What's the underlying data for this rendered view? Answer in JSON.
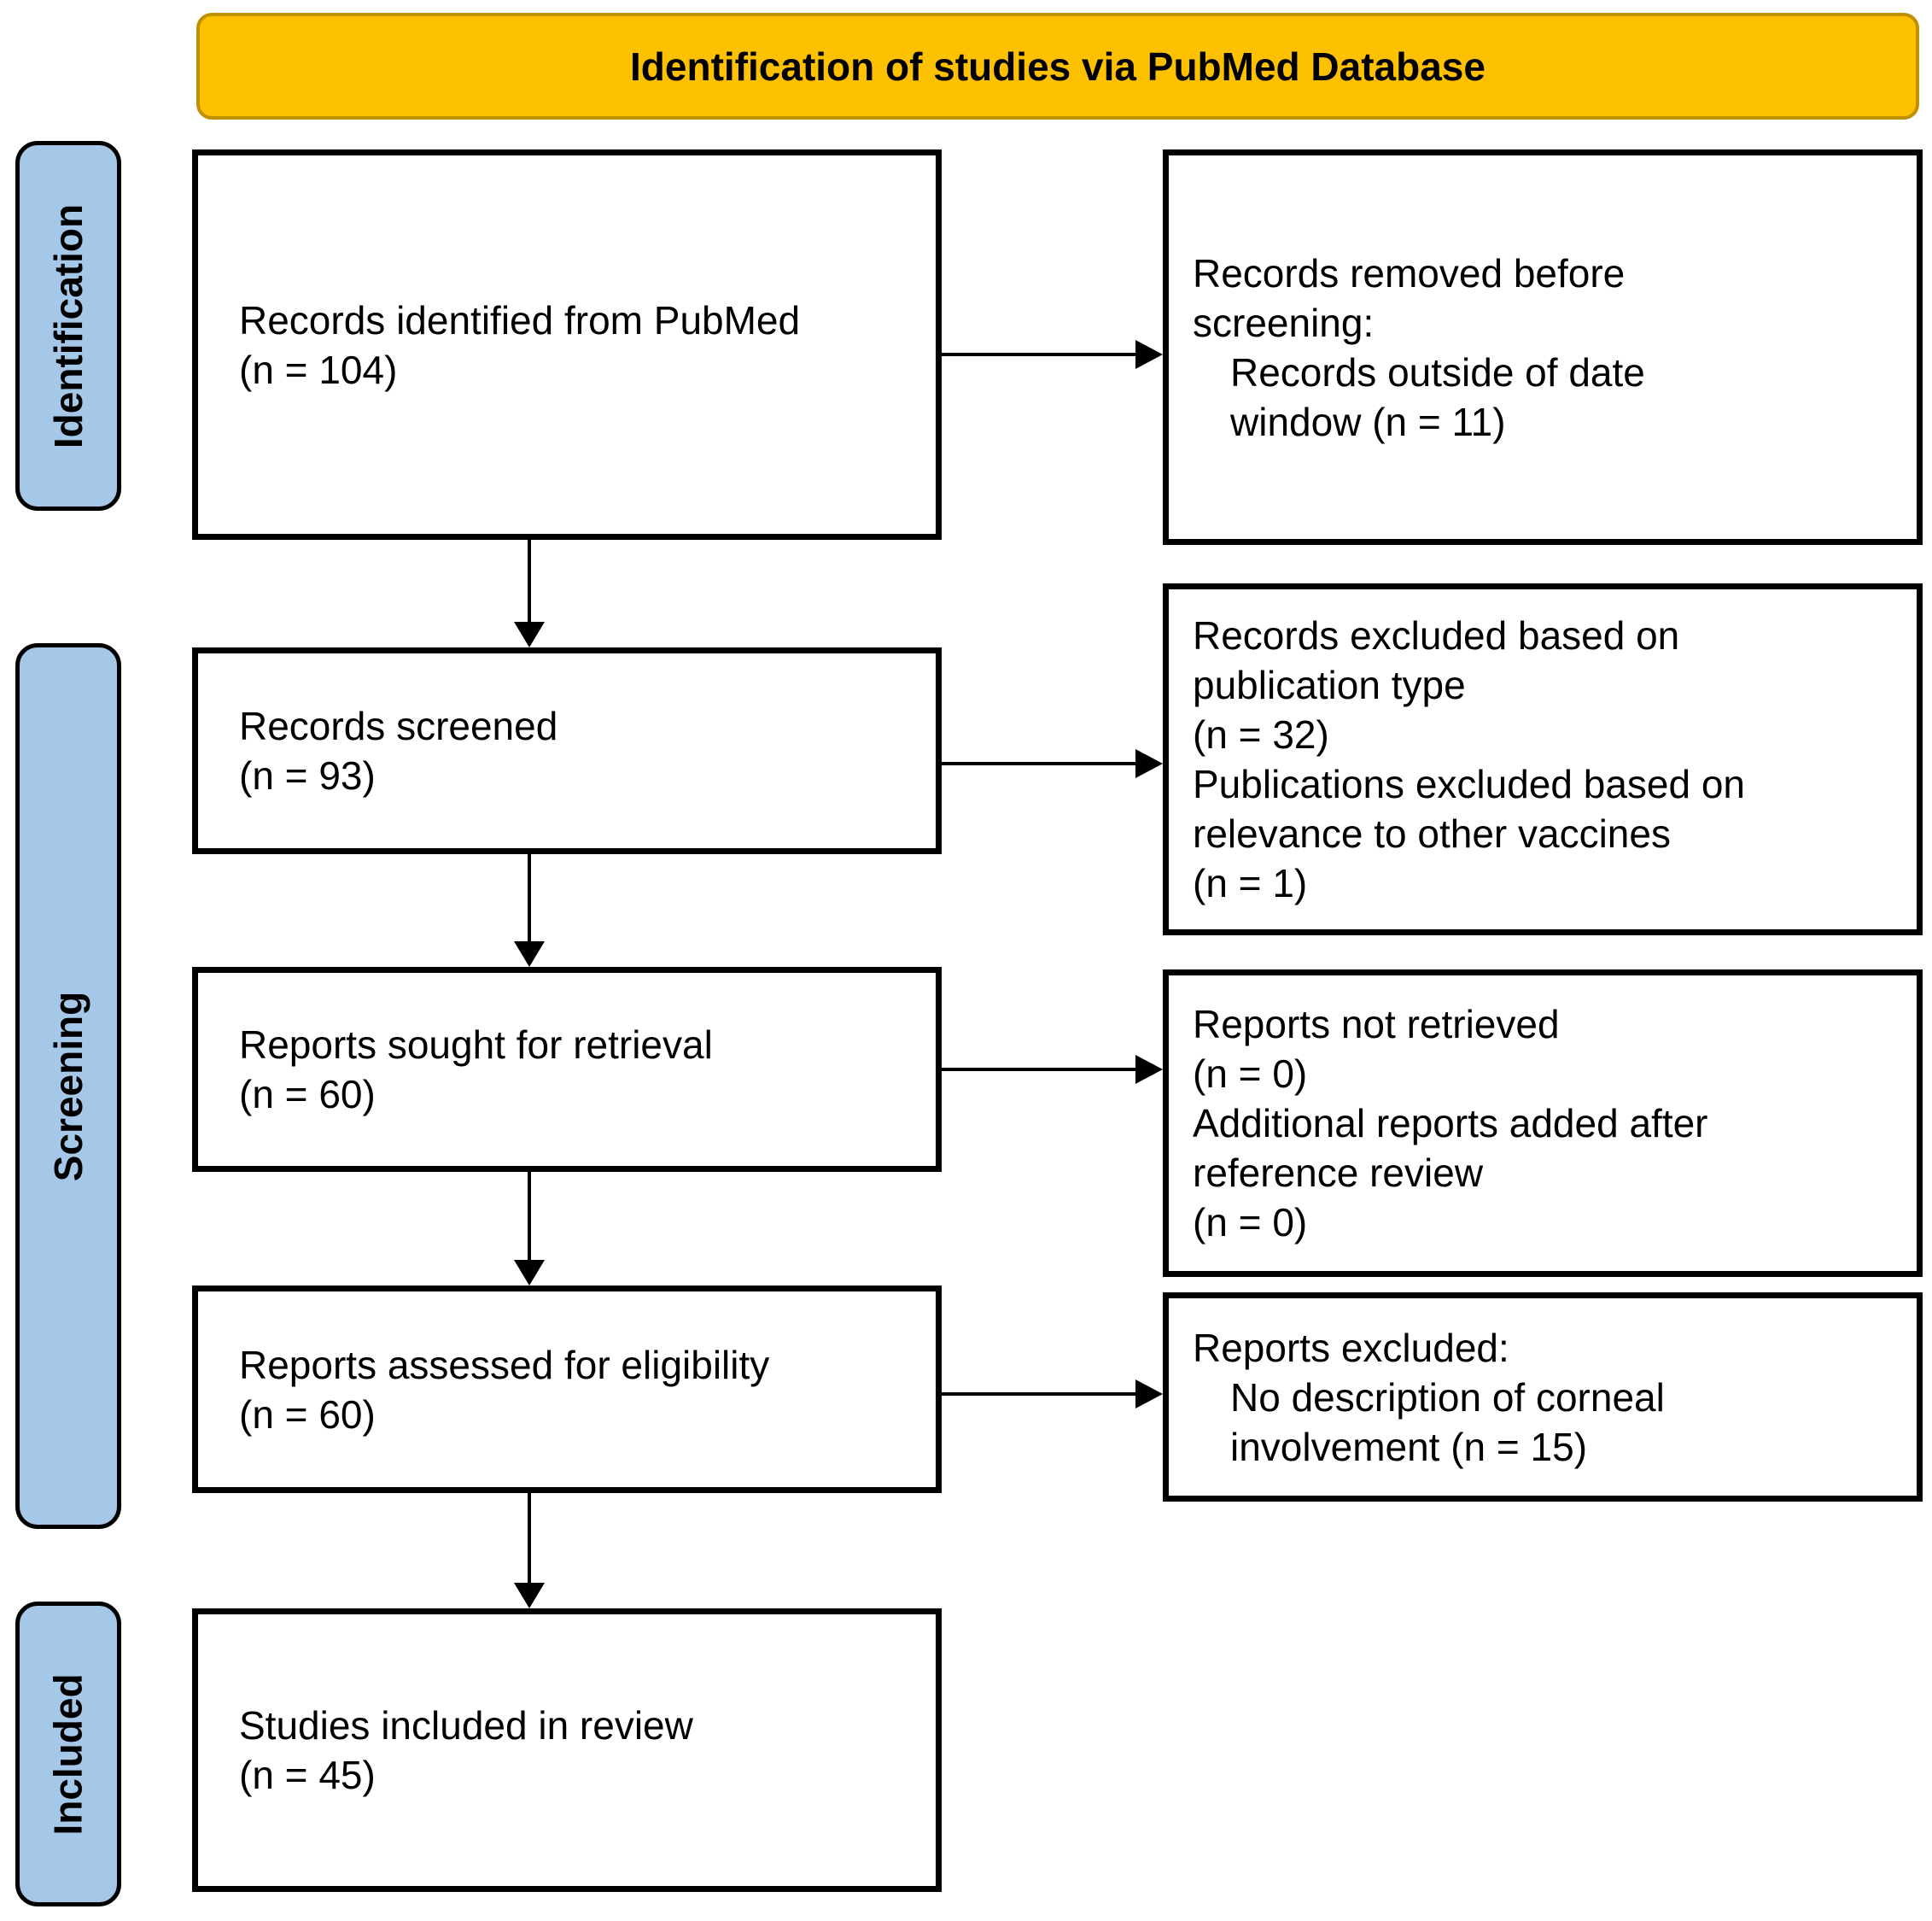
{
  "header": {
    "title": "Identification of studies via PubMed Database"
  },
  "colors": {
    "header_fill": "#FDC101",
    "header_border": "#BF9000",
    "stage_fill": "#A5C8E8",
    "box_border": "#000000",
    "text_color": "#000000",
    "arrow_color": "#000000"
  },
  "stages": [
    {
      "label": "Identification"
    },
    {
      "label": "Screening"
    },
    {
      "label": "Included"
    }
  ],
  "main_boxes": [
    {
      "label": "records-identified",
      "lines": [
        "Records identified from PubMed",
        "(n = 104)"
      ]
    },
    {
      "label": "records-screened",
      "lines": [
        "Records screened",
        "(n = 93)"
      ]
    },
    {
      "label": "reports-sought-for-retrieval",
      "lines": [
        "Reports sought for retrieval",
        "(n = 60)"
      ]
    },
    {
      "label": "reports-assessed-for-eligibility",
      "lines": [
        "Reports assessed for eligibility",
        "(n = 60)"
      ]
    },
    {
      "label": "studies-included-in-review",
      "lines": [
        "Studies included in review",
        "(n = 45)"
      ]
    }
  ],
  "side_boxes": [
    {
      "label": "records-removed-before-screening",
      "lines": [
        "Records removed before",
        "screening:",
        "Records outside of date",
        "window (n = 11)"
      ]
    },
    {
      "label": "records-excluded",
      "lines": [
        "Records excluded based on",
        "publication type",
        "(n = 32)",
        "Publications excluded based on",
        "relevance to other vaccines",
        "(n = 1)"
      ]
    },
    {
      "label": "reports-not-retrieved",
      "lines": [
        "Reports not retrieved",
        "(n = 0)",
        "Additional reports added after",
        "reference review",
        "(n = 0)"
      ]
    },
    {
      "label": "reports-excluded",
      "lines": [
        "Reports excluded:",
        "No description of corneal",
        "involvement (n = 15)"
      ]
    }
  ]
}
